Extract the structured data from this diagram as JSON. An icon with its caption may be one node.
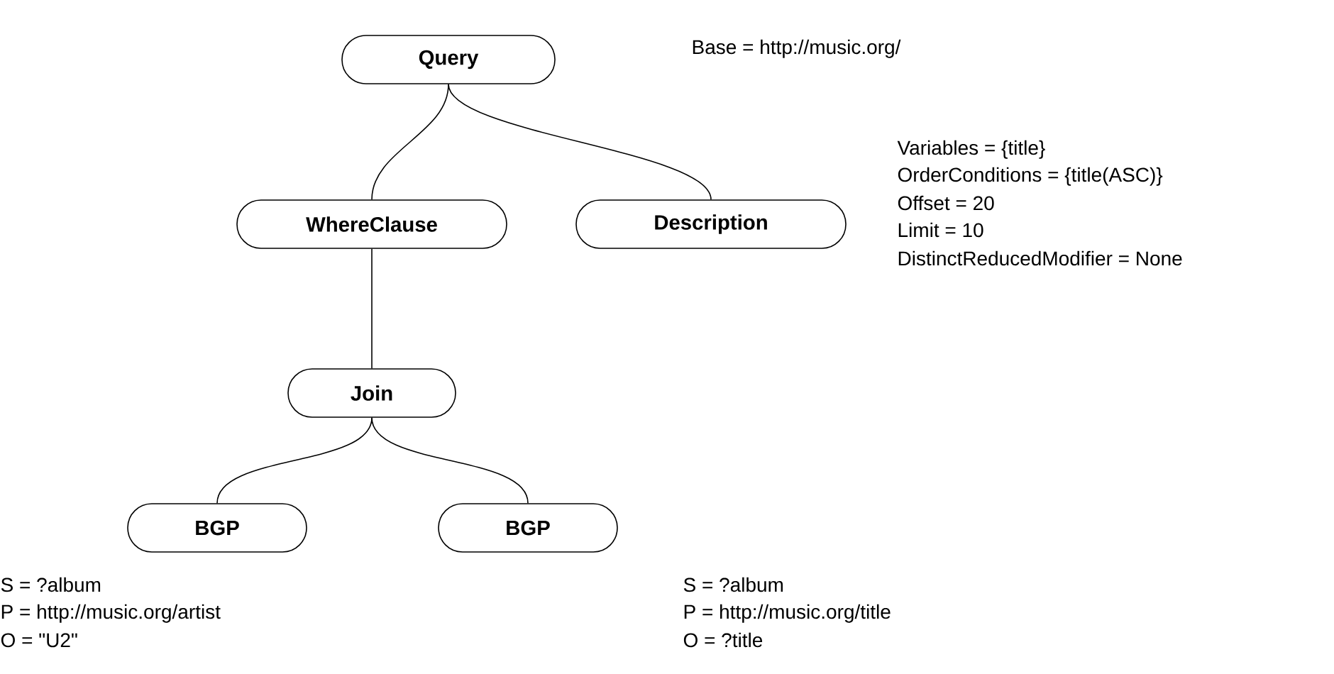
{
  "diagram": {
    "nodes": [
      {
        "text": [
          "Query"
        ]
      },
      {
        "text": [
          "WhereClause"
        ]
      },
      {
        "text": [
          "Description"
        ],
        "beside": [
          "Variables = {title}",
          "OrderConditions = {title(ASC)}",
          "Offset = 20",
          "Limit = 10",
          "DistinctReducedModifier = None"
        ]
      },
      {
        "text": [
          "Join"
        ]
      },
      {
        "text": [
          "BGP"
        ],
        "beside": [
          "S = ?album",
          "P = http://music.org/artist",
          "O = \"U2\""
        ]
      },
      {
        "text": [
          "BGP"
        ],
        "beside": [
          "S = ?album",
          "P = http://music.org/title",
          "O = ?title"
        ]
      }
    ],
    "edges": [
      {
        "from": 0,
        "to": 1,
        "arrow": "none"
      },
      {
        "from": 0,
        "to": 2,
        "arrow": "none"
      },
      {
        "from": 1,
        "to": 3,
        "arrow": "none"
      },
      {
        "from": 3,
        "to": 4,
        "arrow": "none"
      },
      {
        "from": 3,
        "to": 5,
        "arrow": "none"
      }
    ],
    "labels": [
      "Base = http://music.org/"
    ]
  }
}
